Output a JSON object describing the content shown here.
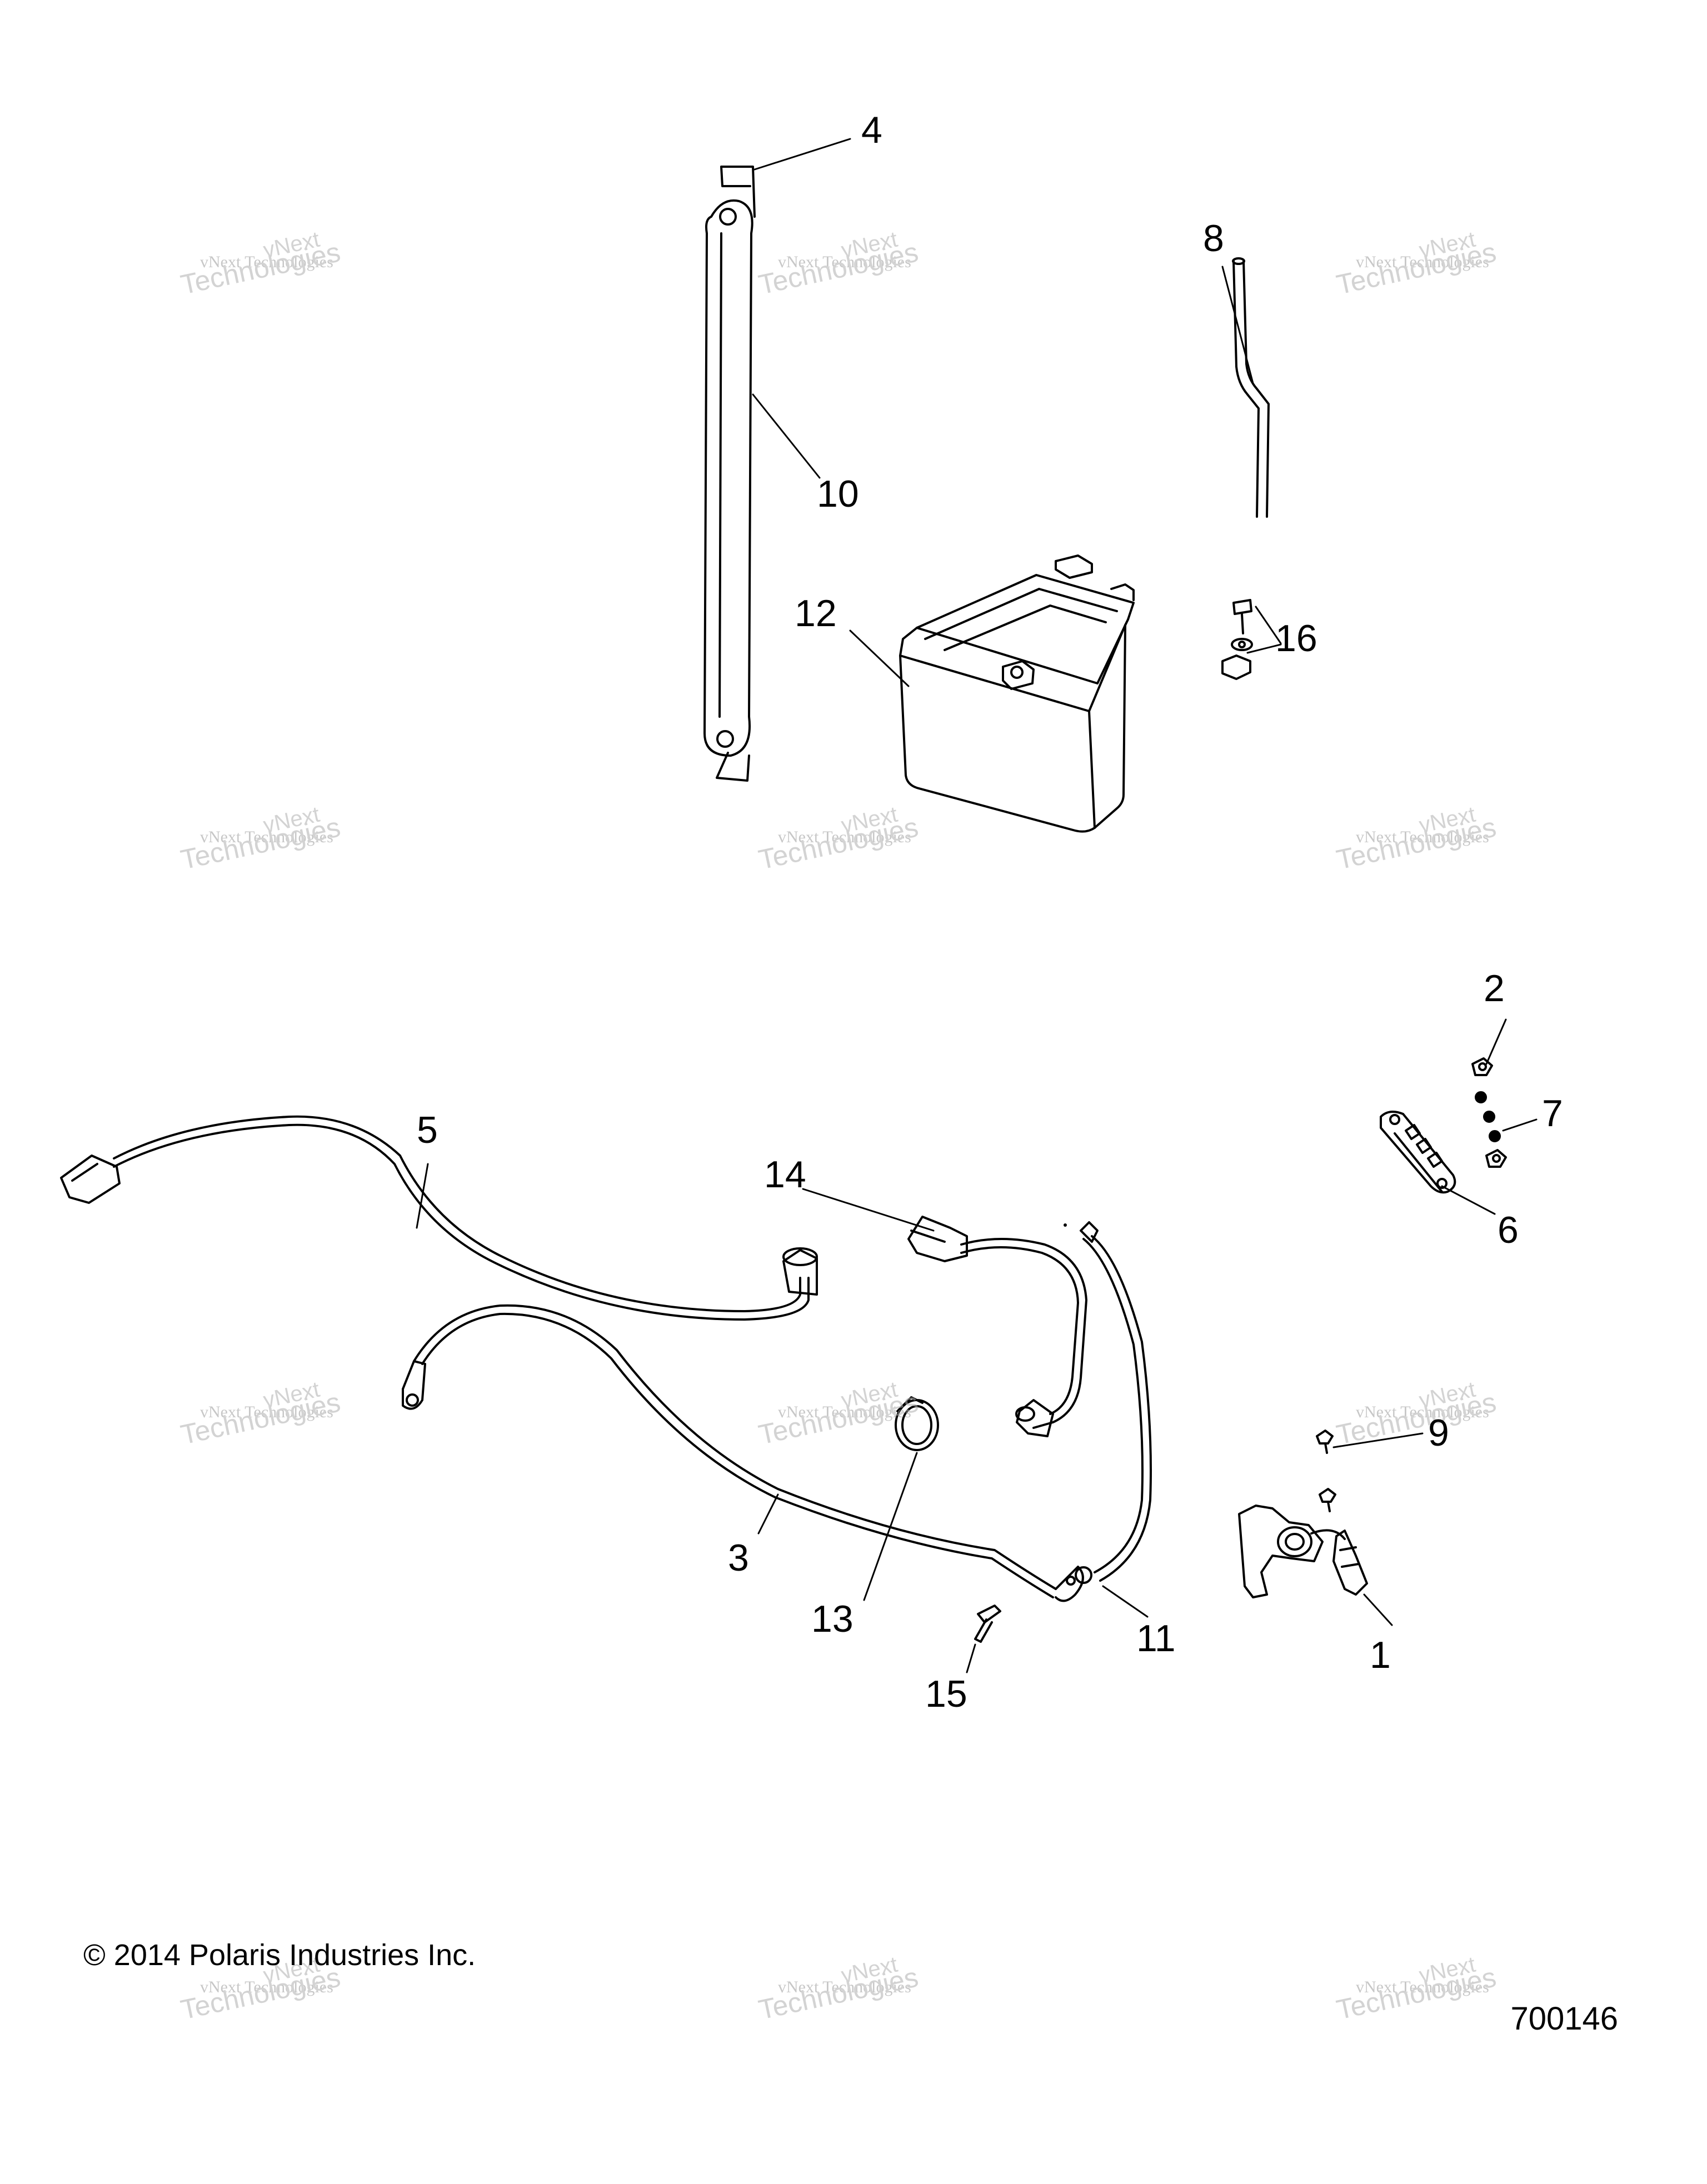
{
  "callouts": [
    "1",
    "2",
    "3",
    "4",
    "5",
    "6",
    "7",
    "8",
    "9",
    "10",
    "11",
    "12",
    "13",
    "14",
    "15",
    "16"
  ],
  "watermark": {
    "line1": "vNext Technologies",
    "line2": "Technologies",
    "line3": "vNext"
  },
  "copyright": "© 2014 Polaris Industries Inc.",
  "figure_number": "700146"
}
